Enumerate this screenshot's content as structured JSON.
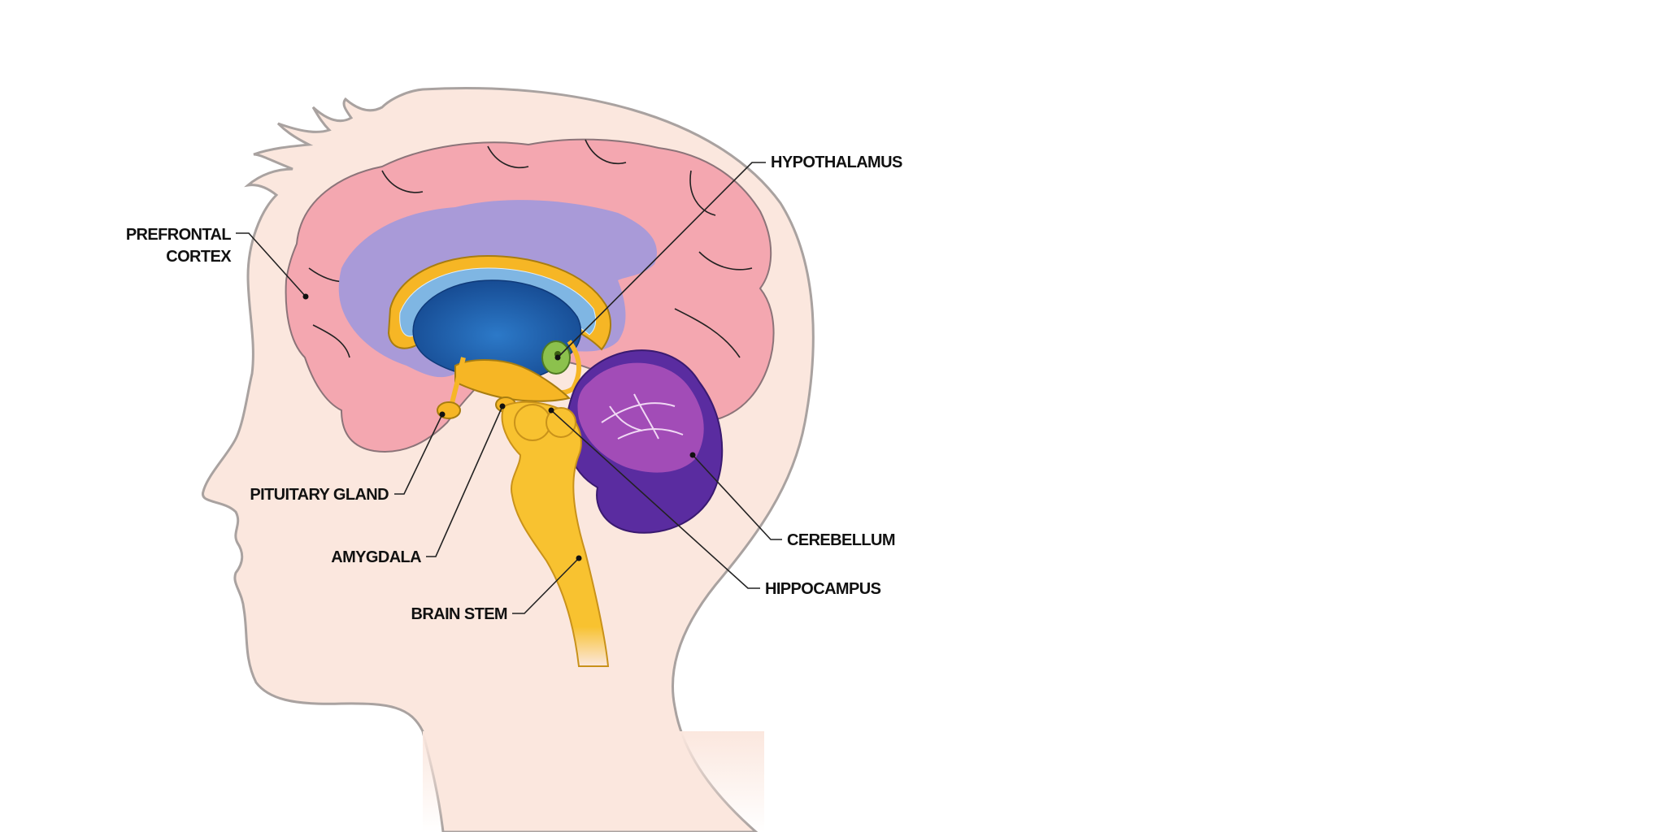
{
  "labels": {
    "prefrontal_cortex": [
      "PREFRONTAL",
      "CORTEX"
    ],
    "hypothalamus": "HYPOTHALAMUS",
    "pituitary_gland": "PITUITARY GLAND",
    "amygdala": "AMYGDALA",
    "brain_stem": "BRAIN STEM",
    "cerebellum": "CEREBELLUM",
    "hippocampus": "HIPPOCAMPUS"
  },
  "colors": {
    "skin": "#fbe7de",
    "skin_outline": "#a9a2a0",
    "cortex": "#f4a7b0",
    "cortex_dark": "#e88f9b",
    "white_matter": "#a99ad8",
    "ventricle": "#1f5fb0",
    "ventricle_light": "#7fb6e3",
    "corpus_yellow": "#f6b625",
    "brain_stem": "#f8c230",
    "cerebellum": "#8b3aa0",
    "cerebellum_dark": "#5a2ca0",
    "hypothalamus_green": "#8cc14d"
  }
}
